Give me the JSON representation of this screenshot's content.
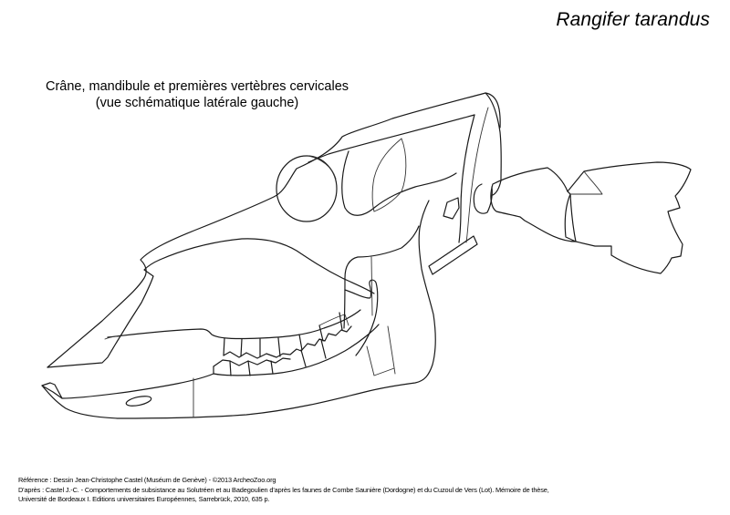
{
  "header": {
    "species": "Rangifer tarandus"
  },
  "caption": {
    "line1": "Crâne, mandibule et premières vertèbres cervicales",
    "line2": "(vue schématique latérale gauche)"
  },
  "diagram": {
    "subject": "Reindeer skull, mandible and first cervical vertebrae — schematic left lateral view",
    "parts": [
      "skull",
      "orbit",
      "nasal-bone",
      "premaxilla",
      "maxilla",
      "upper-tooth-row",
      "mandible",
      "lower-tooth-row",
      "mental-foramen",
      "atlas-vertebra",
      "axis-vertebra"
    ],
    "colors": {
      "line": "#1a1a1a",
      "background": "#ffffff"
    }
  },
  "footer": {
    "line1": "Référence : Dessin Jean-Christophe Castel (Muséum de Genève) - ©2013 ArcheoZoo.org",
    "line2": "D'après : Castel J.-C. - Comportements de subsistance au Solutréen et au Badegoulien d'après les faunes de Combe Saunière (Dordogne) et du Cuzoul de Vers (Lot). Mémoire de thèse,",
    "line3": "Université de Bordeaux I. Editions universitaires Européennes, Sarrebrück, 2010, 635 p."
  }
}
